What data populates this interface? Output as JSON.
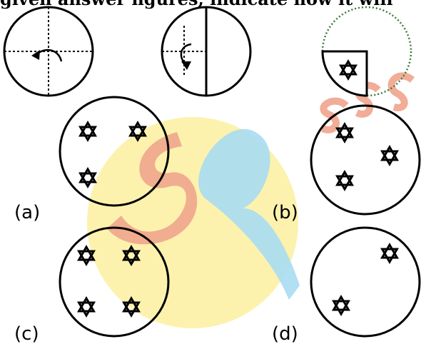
{
  "header": {
    "text": "given answer figures, indicate how it will"
  },
  "options": {
    "a": "(a)",
    "b": "(b)",
    "c": "(c)",
    "d": "(d)"
  },
  "colors": {
    "line": "#000000",
    "watermark_circle": "#fbf0a0",
    "watermark_red": "#f0a58c",
    "watermark_blue": "#a8dcf2"
  },
  "icons": {
    "star": "star-of-david-icon",
    "fold_arrow": "curved-arrow-icon"
  }
}
